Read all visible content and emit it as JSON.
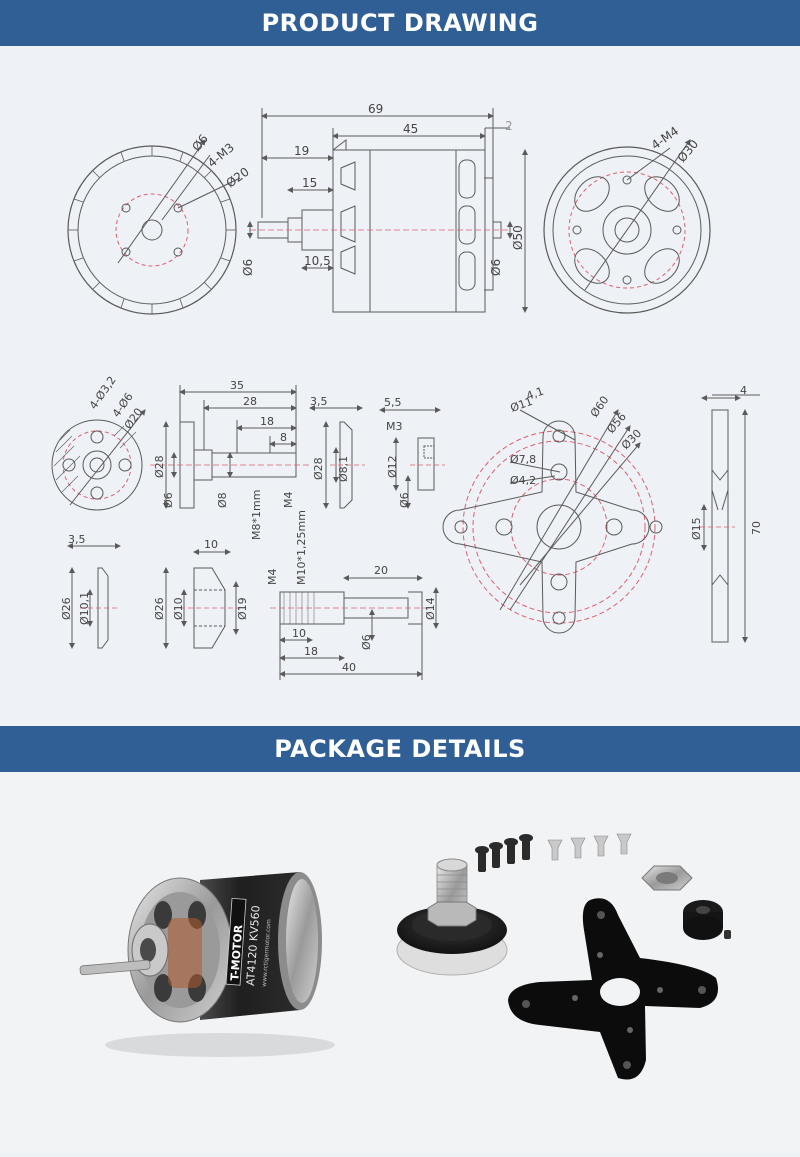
{
  "sections": {
    "drawing_title": "PRODUCT DRAWING",
    "package_title": "PACKAGE DETAILS"
  },
  "motor_label": {
    "brand": "T-MOTOR",
    "model": "AT4120 KV560",
    "url": "www.rctigermotor.com"
  },
  "dims": {
    "d69": "69",
    "d45": "45",
    "d2": "2",
    "d19": "19",
    "d15": "15",
    "d105": "10,5",
    "d6a": "Ø6",
    "d6b": "Ø6",
    "d50": "Ø50",
    "front_d6": "Ø6",
    "front_m3": "4-M3",
    "front_d20": "Ø20",
    "back_m4": "4-M4",
    "back_d30": "Ø30",
    "a_432": "4-Ø3,2",
    "a_46": "4-Ø6",
    "a_d20": "Ø20",
    "b35": "35",
    "b28": "28",
    "b18": "18",
    "b8": "8",
    "b_d28": "Ø28",
    "b_d6": "Ø6",
    "b_d8": "Ø8",
    "b_m8": "M8*1mm",
    "b_m4": "M4",
    "c35": "3,5",
    "c_d28": "Ø28",
    "c_d81": "Ø8,1",
    "e55": "5,5",
    "e_m3": "M3",
    "e_d12": "Ø12",
    "e_d6": "Ø6",
    "x_d11": "Ø11",
    "x_41": "4,1",
    "x_d60": "Ø60",
    "x_d56": "Ø56",
    "x_d30": "Ø30",
    "x_d78": "Ø7,8",
    "x_d42": "Ø4,2",
    "y4": "4",
    "y_d15": "Ø15",
    "y70": "70",
    "f35": "3,5",
    "f_d26": "Ø26",
    "f_d101": "Ø10,1",
    "g10": "10",
    "g_d26": "Ø26",
    "g_d10": "Ø10",
    "g_d19": "Ø19",
    "h_m4": "M4",
    "h_m10": "M10*1,25mm",
    "h20": "20",
    "h_d14": "Ø14",
    "h10": "10",
    "h_d6": "Ø6",
    "h18": "18",
    "h40": "40"
  },
  "colors": {
    "banner": "#2f5f95",
    "line": "#555555",
    "center_line": "#e06070"
  }
}
